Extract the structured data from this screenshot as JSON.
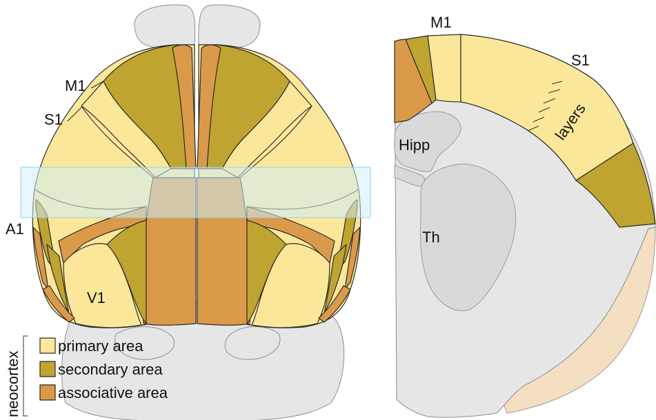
{
  "colors": {
    "primary": "#fbe79a",
    "secondary": "#c0a431",
    "associative": "#da9a4a",
    "background_tissue": "#e6e6e6",
    "deep_structures": "#d9d9d9",
    "outer_tissue": "#f5dfc2",
    "section_plane": "#cfeefa"
  },
  "dorsal_view": {
    "labels": {
      "m1": "M1",
      "s1": "S1",
      "a1": "A1",
      "v1": "V1"
    }
  },
  "coronal_section": {
    "labels": {
      "m1": "M1",
      "s1": "S1",
      "layers": "layers",
      "hippocampus": "Hipp",
      "thalamus": "Th"
    }
  },
  "legend": {
    "group_label": "neocortex",
    "items": [
      {
        "key": "primary",
        "label": "primary area"
      },
      {
        "key": "secondary",
        "label": "secondary area"
      },
      {
        "key": "associative",
        "label": "associative area"
      }
    ]
  }
}
